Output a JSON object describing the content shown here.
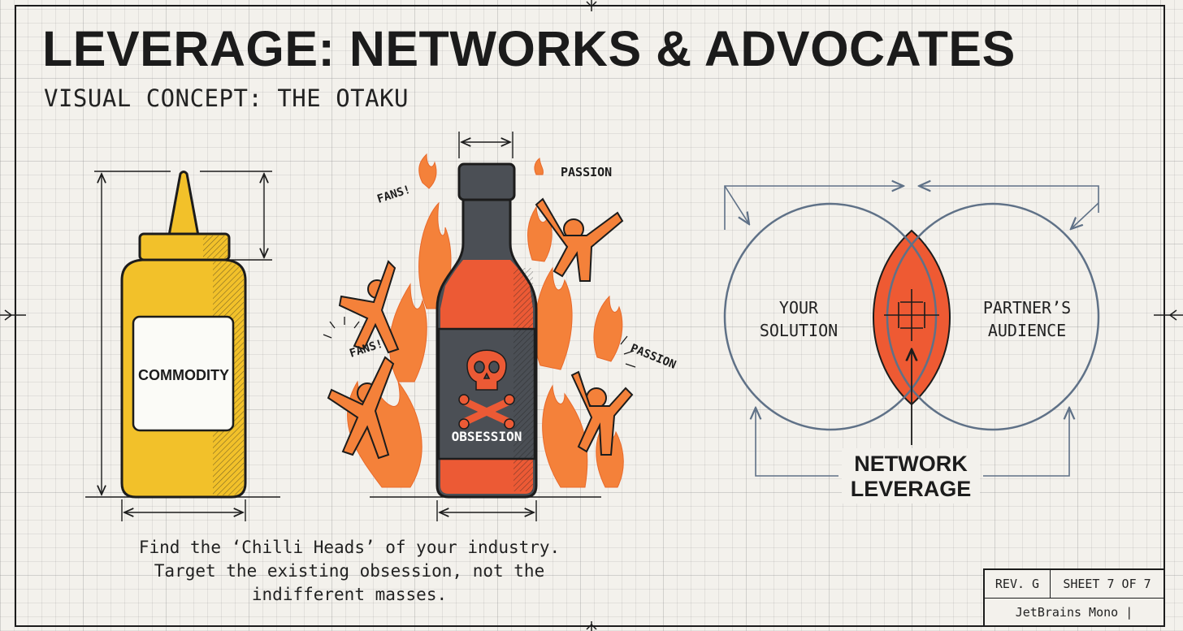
{
  "title": "LEVERAGE: NETWORKS & ADVOCATES",
  "subtitle": "VISUAL CONCEPT: THE OTAKU",
  "panels": {
    "commodity": {
      "label": "COMMODITY"
    },
    "obsession": {
      "label": "OBSESSION",
      "tags": {
        "fans_top": "FANS!",
        "fans_left": "FANS!",
        "passion_top": "PASSION",
        "passion_right": "PASSION"
      }
    },
    "network": {
      "left_circle": [
        "YOUR",
        "SOLUTION"
      ],
      "right_circle": [
        "PARTNER’S",
        "AUDIENCE"
      ],
      "label": [
        "NETWORK",
        "LEVERAGE"
      ]
    }
  },
  "caption": [
    "Find the ‘Chilli Heads’ of your industry.",
    "Target the existing obsession, not the",
    "indifferent masses."
  ],
  "title_block": {
    "revision": "REV. G",
    "sheet": "SHEET 7 OF 7",
    "font_note": "JetBrains Mono |"
  },
  "colors": {
    "ink": "#1c1c1c",
    "mustard": "#f2c12a",
    "flame": "#f4813a",
    "sauce": "#ec5a35",
    "bottle_dark": "#4b4f55",
    "overlap": "#ee5a33",
    "circle_stroke": "#5f7187"
  },
  "icons": [
    "skull-crossbones-icon",
    "crosshair-icon",
    "dimension-arrow-icon",
    "flame-icon",
    "fan-figure-icon"
  ]
}
